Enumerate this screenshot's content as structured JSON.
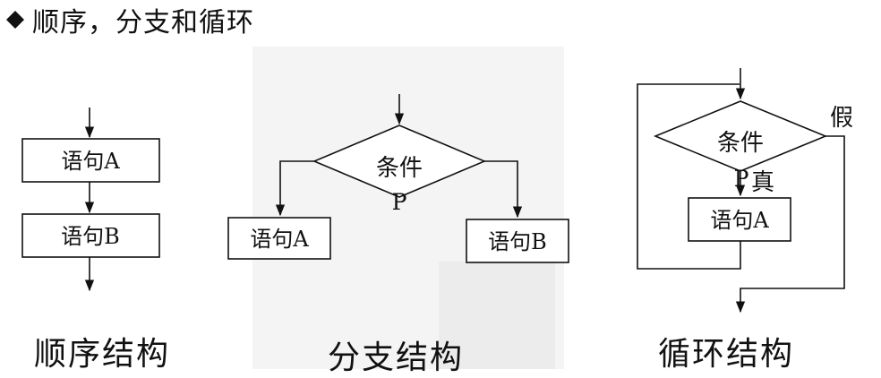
{
  "header": {
    "title": "顺序，分支和循环"
  },
  "sequence": {
    "caption": "顺序结构",
    "box_a": "语句A",
    "box_b": "语句B"
  },
  "branch": {
    "caption": "分支结构",
    "condition": "条件",
    "p_label": "P",
    "box_a": "语句A",
    "box_b": "语句B"
  },
  "loop": {
    "caption": "循环结构",
    "condition": "条件",
    "p_label": "P",
    "true_label": "真",
    "false_label": "假",
    "box_a": "语句A"
  }
}
